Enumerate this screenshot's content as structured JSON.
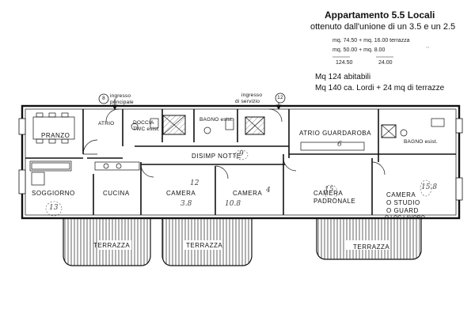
{
  "header": {
    "title": "Appartamento 5.5 Locali",
    "subtitle": "ottenuto dall'unione di un 3.5 e un 2.5"
  },
  "calc": {
    "row1": "mq. 74.50 + mq. 16.00 terrazza",
    "row2": "mq. 50.00 + mq.   8.00",
    "total1": "124.50",
    "total2": "24.00",
    "mark": "´´"
  },
  "notes": {
    "line1": "Mq 124 abitabili",
    "line2": "Mq 140 ca. Lordi + 24 mq di terrazze"
  },
  "rooms": {
    "pranzo": "PRANZO",
    "soggiorno": "SOGGIORNO",
    "cucina": "CUCINA",
    "camera1": "CAMERA",
    "camera2": "CAMERA",
    "camera_padronale_1": "CAMERA",
    "camera_padronale_2": "PADRONALE",
    "camera_studio_1": "CAMERA",
    "camera_studio_2": "O STUDIO",
    "camera_studio_3": "O GUARD",
    "camera_studio_4": "O LOC LAVORO",
    "atrio": "ATRIO",
    "doccia_1": "DOCCIA",
    "doccia_2": "TWC esist.",
    "bagno1": "BAGNO esist.",
    "bagno2": "BAGNO esist.",
    "atrio_guardaroba": "ATRIO  GUARDAROBA",
    "disimp_notte": "DISIMP  NOTTE",
    "terrazza1": "TERRAZZA",
    "terrazza2": "TERRAZZA",
    "terrazza3": "TERRAZZA"
  },
  "entrances": {
    "principale_num": "8",
    "principale_l1": "ingresso",
    "principale_l2": "principale",
    "servizio_num": "12",
    "servizio_l1": "ingresso",
    "servizio_l2": "di servizio"
  },
  "handwritten": {
    "a": "13",
    "b": "12",
    "c": "9",
    "d": "10.8",
    "e": "15",
    "f": "6",
    "g": "15.8",
    "h": "3.8",
    "i": "4"
  }
}
